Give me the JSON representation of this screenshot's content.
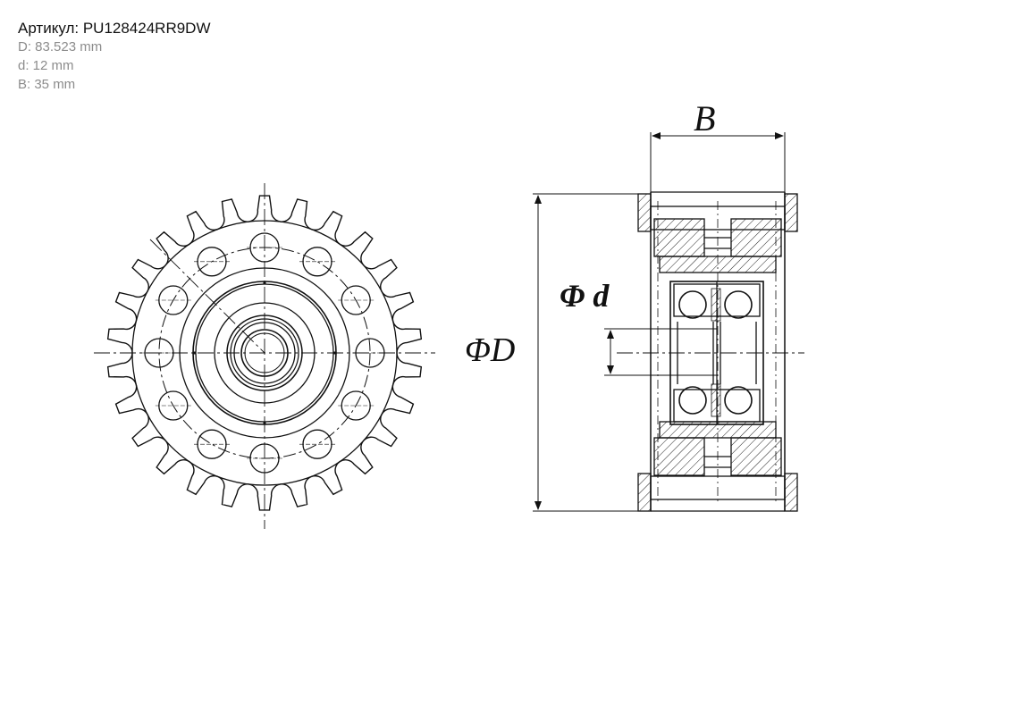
{
  "header": {
    "article": "Артикул: PU128424RR9DW",
    "specs": [
      "D: 83.523 mm",
      "d: 12 mm",
      "B: 35 mm"
    ]
  },
  "drawing": {
    "label_B": "B",
    "label_phi_d": "Φ d",
    "label_phi_D": "ΦD",
    "sprocket_teeth": 26,
    "bolt_holes": 12
  },
  "colors": {
    "line": "#111111",
    "spec_text": "#8c8c8c"
  }
}
